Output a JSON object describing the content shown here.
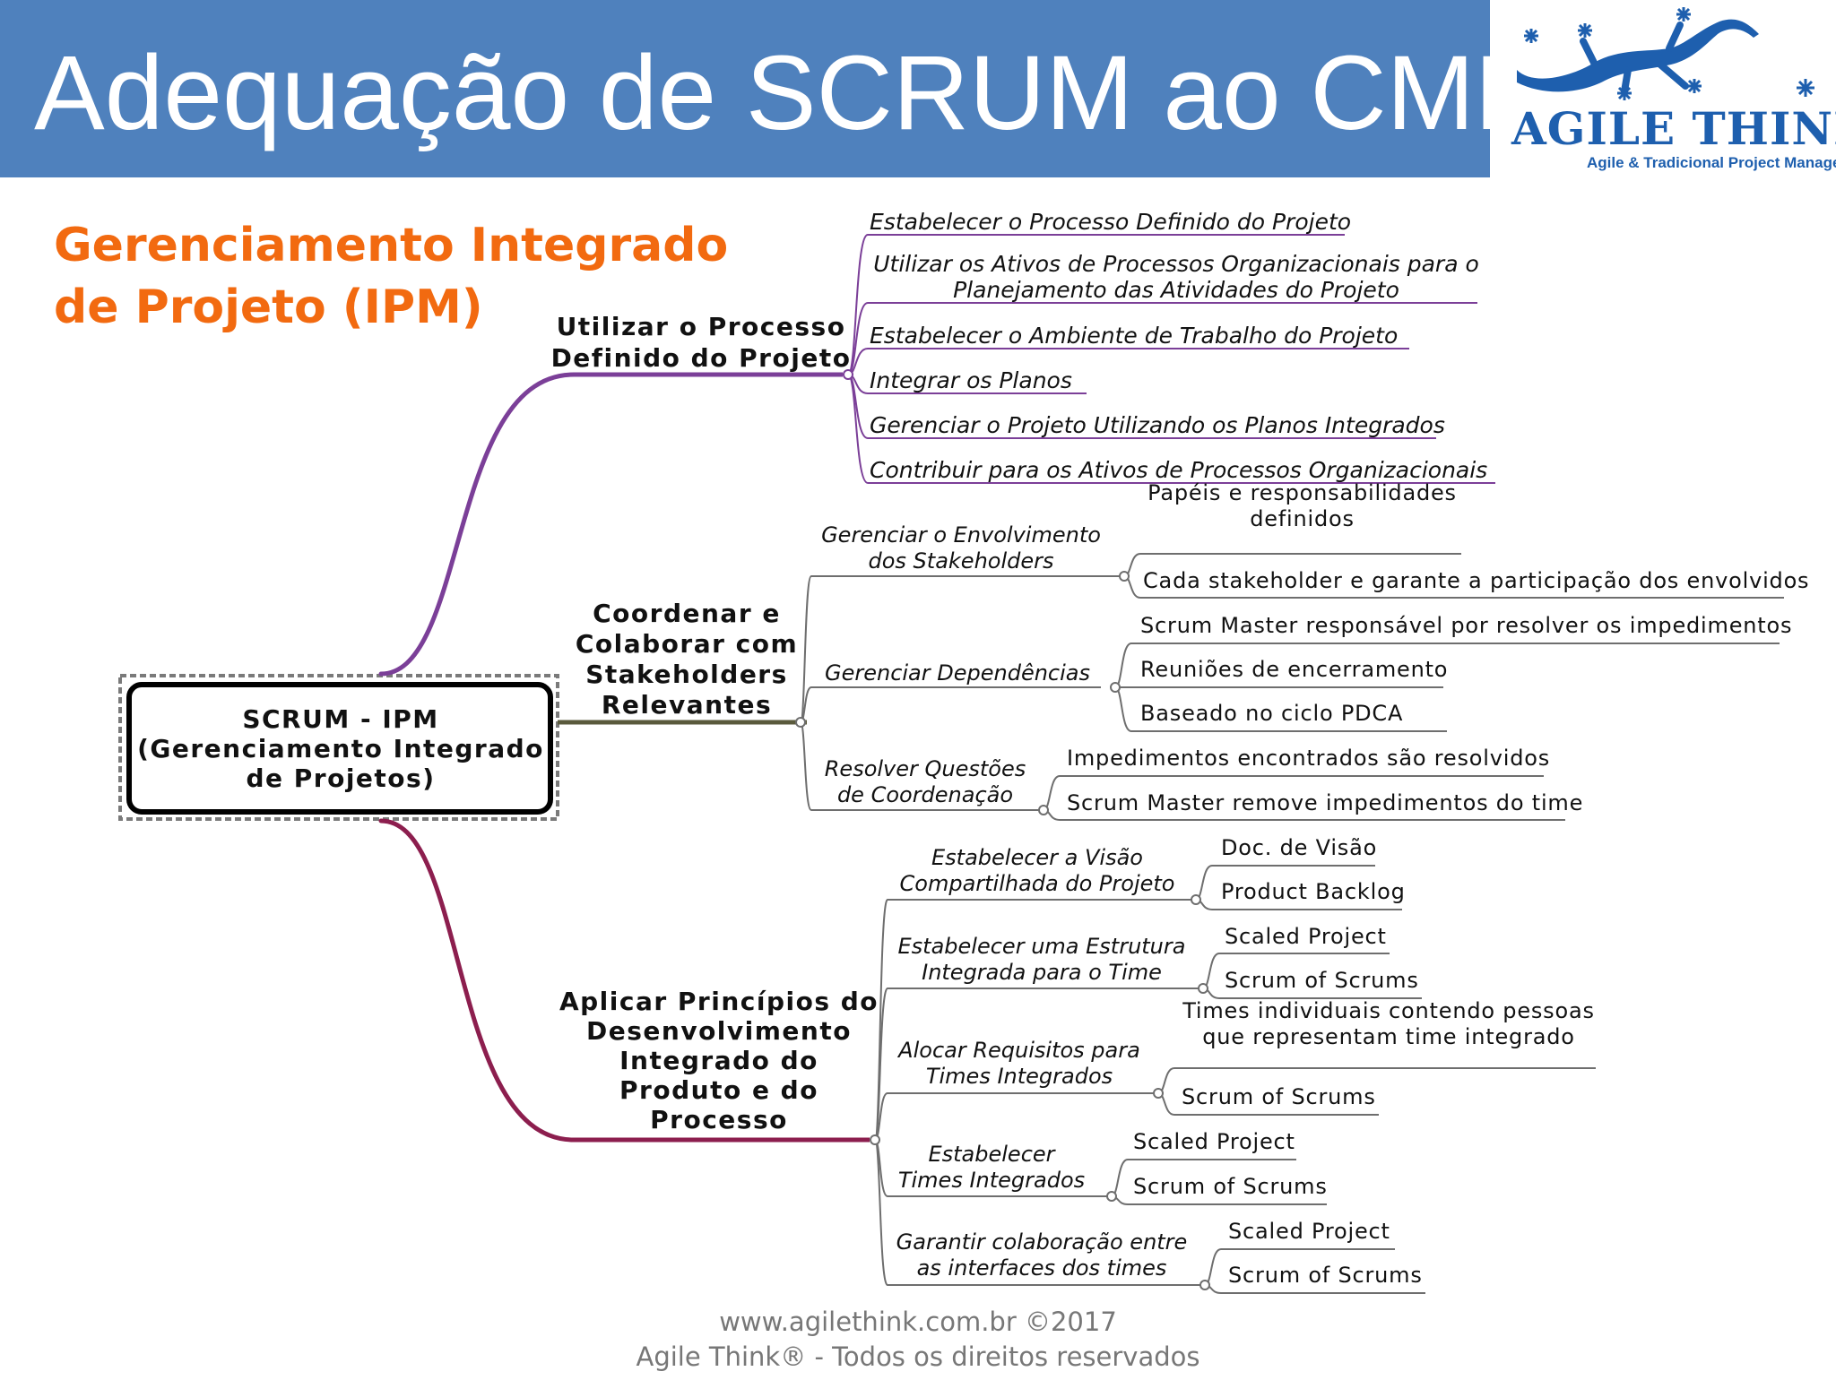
{
  "title": "Adequação de SCRUM ao CMMI",
  "logo": {
    "name": "AGILE THINK",
    "tagline": "Agile & Tradicional Project Management"
  },
  "subtitle": {
    "line1": "Gerenciamento Integrado",
    "line2": "de Projeto (IPM)"
  },
  "colors": {
    "title_bar": "#4f81bd",
    "subtitle": "#f26a10",
    "branch_1": "#7b3f98",
    "branch_2": "#5a5a3c",
    "branch_3": "#8c1e4e",
    "logo": "#1e5fae"
  },
  "mindmap": {
    "root": [
      "SCRUM - IPM",
      "(Gerenciamento Integrado",
      "de Projetos)"
    ],
    "branches": [
      {
        "label": [
          "Utilizar o Processo",
          "Definido do Projeto"
        ],
        "children": [
          {
            "label": [
              "Estabelecer o Processo Definido do Projeto"
            ]
          },
          {
            "label": [
              "Utilizar os Ativos de Processos Organizacionais para o",
              "Planejamento das Atividades do Projeto"
            ]
          },
          {
            "label": [
              "Estabelecer o Ambiente de Trabalho do Projeto"
            ]
          },
          {
            "label": [
              "Integrar os Planos"
            ]
          },
          {
            "label": [
              "Gerenciar o Projeto Utilizando os Planos Integrados"
            ]
          },
          {
            "label": [
              "Contribuir para os Ativos de Processos Organizacionais"
            ]
          }
        ]
      },
      {
        "label": [
          "Coordenar e",
          "Colaborar com",
          "Stakeholders",
          "Relevantes"
        ],
        "children": [
          {
            "label": [
              "Gerenciar o Envolvimento",
              "dos Stakeholders"
            ],
            "children": [
              {
                "label": [
                  "Papéis e responsabilidades",
                  "definidos"
                ]
              },
              {
                "label": [
                  "Cada stakeholder e garante a participação dos envolvidos"
                ]
              }
            ]
          },
          {
            "label": [
              "Gerenciar Dependências"
            ],
            "children": [
              {
                "label": [
                  "Scrum Master responsável por resolver os impedimentos"
                ]
              },
              {
                "label": [
                  "Reuniões de encerramento"
                ]
              },
              {
                "label": [
                  "Baseado no ciclo PDCA"
                ]
              }
            ]
          },
          {
            "label": [
              "Resolver Questões",
              "de Coordenação"
            ],
            "children": [
              {
                "label": [
                  "Impedimentos encontrados são resolvidos"
                ]
              },
              {
                "label": [
                  "Scrum Master remove impedimentos do time"
                ]
              }
            ]
          }
        ]
      },
      {
        "label": [
          "Aplicar Princípios do",
          "Desenvolvimento",
          "Integrado do",
          "Produto e do",
          "Processo"
        ],
        "children": [
          {
            "label": [
              "Estabelecer a Visão",
              "Compartilhada do Projeto"
            ],
            "children": [
              {
                "label": [
                  "Doc. de Visão"
                ]
              },
              {
                "label": [
                  "Product Backlog"
                ]
              }
            ]
          },
          {
            "label": [
              "Estabelecer uma Estrutura",
              "Integrada para o Time"
            ],
            "children": [
              {
                "label": [
                  "Scaled Project"
                ]
              },
              {
                "label": [
                  "Scrum of Scrums"
                ]
              }
            ]
          },
          {
            "label": [
              "Alocar Requisitos para",
              "Times Integrados"
            ],
            "children": [
              {
                "label": [
                  "Times individuais contendo pessoas",
                  "que representam time integrado"
                ]
              },
              {
                "label": [
                  "Scrum of Scrums"
                ]
              }
            ]
          },
          {
            "label": [
              "Estabelecer",
              "Times Integrados"
            ],
            "children": [
              {
                "label": [
                  "Scaled Project"
                ]
              },
              {
                "label": [
                  "Scrum of Scrums"
                ]
              }
            ]
          },
          {
            "label": [
              "Garantir colaboração entre",
              "as interfaces dos times"
            ],
            "children": [
              {
                "label": [
                  "Scaled Project"
                ]
              },
              {
                "label": [
                  "Scrum of Scrums"
                ]
              }
            ]
          }
        ]
      }
    ]
  },
  "footer": {
    "line1": "www.agilethink.com.br ©2017",
    "line2": "Agile Think® - Todos os direitos reservados"
  }
}
